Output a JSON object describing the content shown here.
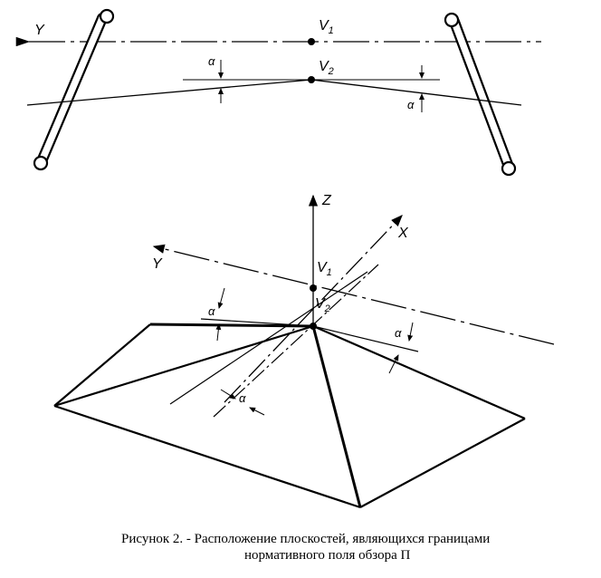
{
  "labels": {
    "top_y": "Y",
    "top_v1": "V",
    "top_v1_sub": "1",
    "top_v2": "V",
    "top_v2_sub": "2",
    "top_alpha_left": "α",
    "top_alpha_right": "α",
    "bot_z": "Z",
    "bot_x": "X",
    "bot_y": "Y",
    "bot_v1": "V",
    "bot_v1_sub": "1",
    "bot_v2": "V",
    "bot_v2_sub": "2",
    "bot_alpha_left": "α",
    "bot_alpha_right": "α",
    "bot_alpha_center": "α"
  },
  "caption": {
    "line1": "Рисунок 2. - Расположение плоскостей, являющихся границами",
    "line2": "нормативного поля обзора П"
  }
}
